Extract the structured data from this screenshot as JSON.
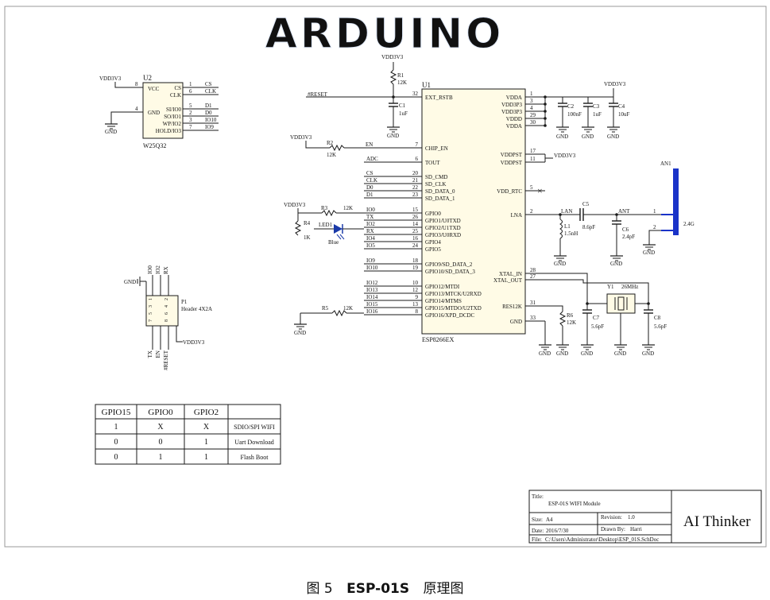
{
  "watermark": "ARDUINO",
  "caption": {
    "fig": "图 5",
    "name": "ESP-01S",
    "suffix": "原理图"
  },
  "flash": {
    "ref": "U2",
    "part": "W25Q32",
    "power": "VDD3V3",
    "gnd": "GND",
    "left_pins": [
      {
        "num": "8",
        "name": "VCC"
      },
      {
        "num": "4",
        "name": "GND"
      }
    ],
    "right_pins": [
      {
        "num": "1",
        "name": "CS",
        "net": "CS"
      },
      {
        "num": "6",
        "name": "CLK",
        "net": "CLK"
      },
      {
        "num": "5",
        "name": "SI/IO0",
        "net": "D1"
      },
      {
        "num": "2",
        "name": "SO/IO1",
        "net": "D0"
      },
      {
        "num": "3",
        "name": "WP/IO2",
        "net": "IO10"
      },
      {
        "num": "7",
        "name": "HOLD/IO3",
        "net": "IO9"
      }
    ]
  },
  "mcu": {
    "ref": "U1",
    "part": "ESP8266EX",
    "left_pins": [
      {
        "num": "32",
        "name": "EXT_RSTB",
        "net": "#RESET"
      },
      {
        "num": "7",
        "name": "CHIP_EN",
        "net": "EN"
      },
      {
        "num": "6",
        "name": "TOUT",
        "net": "ADC"
      },
      {
        "num": "20",
        "name": "SD_CMD",
        "net": "CS"
      },
      {
        "num": "21",
        "name": "SD_CLK",
        "net": "CLK"
      },
      {
        "num": "22",
        "name": "SD_DATA_0",
        "net": "D0"
      },
      {
        "num": "23",
        "name": "SD_DATA_1",
        "net": "D1"
      },
      {
        "num": "15",
        "name": "GPIO0",
        "net": "IO0"
      },
      {
        "num": "26",
        "name": "GPIO1/U0TXD",
        "net": "TX"
      },
      {
        "num": "14",
        "name": "GPIO2/U1TXD",
        "net": "IO2"
      },
      {
        "num": "25",
        "name": "GPIO3/U0RXD",
        "net": "RX"
      },
      {
        "num": "16",
        "name": "GPIO4",
        "net": "IO4"
      },
      {
        "num": "24",
        "name": "GPIO5",
        "net": "IO5"
      },
      {
        "num": "18",
        "name": "GPIO9/SD_DATA_2",
        "net": "IO9"
      },
      {
        "num": "19",
        "name": "GPIO10/SD_DATA_3",
        "net": "IO10"
      },
      {
        "num": "10",
        "name": "GPIO12/MTDI",
        "net": "IO12"
      },
      {
        "num": "12",
        "name": "GPIO13/MTCK/U2RXD",
        "net": "IO13"
      },
      {
        "num": "9",
        "name": "GPIO14/MTMS",
        "net": "IO14"
      },
      {
        "num": "13",
        "name": "GPIO15/MTDO/U2TXD",
        "net": "IO15"
      },
      {
        "num": "8",
        "name": "GPIO16/XPD_DCDC",
        "net": "IO16"
      }
    ],
    "right_pins": [
      {
        "num": "1",
        "name": "VDDA"
      },
      {
        "num": "3",
        "name": "VDD3P3"
      },
      {
        "num": "4",
        "name": "VDD3P3"
      },
      {
        "num": "29",
        "name": "VDDD"
      },
      {
        "num": "30",
        "name": "VDDA"
      },
      {
        "num": "17",
        "name": "VDDPST"
      },
      {
        "num": "11",
        "name": "VDDPST"
      },
      {
        "num": "5",
        "name": "VDD_RTC"
      },
      {
        "num": "2",
        "name": "LNA"
      },
      {
        "num": "28",
        "name": "XTAL_IN"
      },
      {
        "num": "27",
        "name": "XTAL_OUT"
      },
      {
        "num": "31",
        "name": "RES12K"
      },
      {
        "num": "33",
        "name": "GND"
      }
    ]
  },
  "passives": {
    "r1": {
      "ref": "R1",
      "value": "12K"
    },
    "r2": {
      "ref": "R2",
      "value": "12K"
    },
    "r3": {
      "ref": "R3",
      "value": "12K"
    },
    "r4": {
      "ref": "R4",
      "value": "1K"
    },
    "r5": {
      "ref": "R5",
      "value": "12K"
    },
    "r6": {
      "ref": "R6",
      "value": "12K"
    },
    "c1": {
      "ref": "C1",
      "value": "1uF"
    },
    "c2": {
      "ref": "C2",
      "value": "100nF"
    },
    "c3": {
      "ref": "C3",
      "value": "1uF"
    },
    "c4": {
      "ref": "C4",
      "value": "10uF"
    },
    "c5": {
      "ref": "C5",
      "value": "8.6pF"
    },
    "c6": {
      "ref": "C6",
      "value": "2.4pF"
    },
    "c7": {
      "ref": "C7",
      "value": "5.6pF"
    },
    "c8": {
      "ref": "C8",
      "value": "5.6pF"
    },
    "l1": {
      "ref": "L1",
      "value": "1.5nH"
    },
    "y1": {
      "ref": "Y1",
      "value": "26MHz"
    },
    "led1": {
      "ref": "LED1",
      "value": "Blue"
    }
  },
  "nets": {
    "vdd": "VDD3V3",
    "gnd": "GND",
    "lan": "LAN",
    "ant": "ANT",
    "ant_ref": "AN1",
    "ant_value": "2.4G",
    "ant_pin1": "1",
    "ant_pin2": "2"
  },
  "header": {
    "ref": "P1",
    "part": "Header 4X2A",
    "top_nets": [
      "IO0",
      "IO2",
      "RX"
    ],
    "bottom_nets": [
      "TX",
      "EN",
      "#RESET"
    ],
    "gnd": "GND",
    "vdd": "VDD3V3",
    "pins_left": [
      "1",
      "3",
      "5",
      "7"
    ],
    "pins_right": [
      "2",
      "4",
      "6",
      "8"
    ]
  },
  "boot_table": {
    "headers": [
      "GPIO15",
      "GPIO0",
      "GPIO2",
      ""
    ],
    "rows": [
      [
        "1",
        "X",
        "X",
        "SDIO/SPI WIFI"
      ],
      [
        "0",
        "0",
        "1",
        "Uart Download"
      ],
      [
        "0",
        "1",
        "1",
        "Flash Boot"
      ]
    ]
  },
  "title_block": {
    "title_label": "Title:",
    "title": "ESP-01S  WIFI Module",
    "size_label": "Size:",
    "size": "A4",
    "revision_label": "Revision:",
    "revision": "1.0",
    "date_label": "Date:",
    "date": "2016/7/30",
    "drawn_label": "Drawn By:",
    "drawn": "Harri",
    "file_label": "File:",
    "file": "C:\\Users\\Administrator\\Desktop\\ESP_01S.SchDoc",
    "company": "AI Thinker"
  },
  "nc_mark": "×",
  "colors": {
    "wire": "#1a1a1a",
    "antenna": "#1a33c8",
    "led": "#1a3aa8",
    "watermark": "#c9d8f0"
  }
}
